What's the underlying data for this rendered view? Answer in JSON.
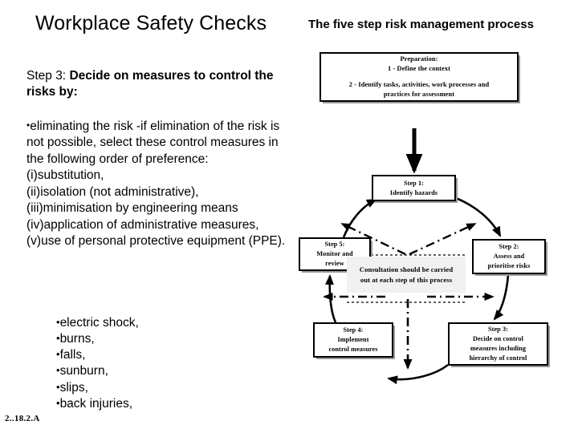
{
  "header": {
    "title": "Workplace Safety Checks",
    "subtitle": "The five step risk management process"
  },
  "body": {
    "step_heading_lead": "Step 3: ",
    "step_heading_emph": "Decide on measures to control the risks by:",
    "bullet_symbol": "•",
    "control_paragraph": "eliminating the risk -if elimination of the risk is not possible, select these control measures in the following order of preference:",
    "order_lines": [
      "(i)substitution,",
      "(ii)isolation (not administrative),",
      "(iii)minimisation by engineering means",
      "(iv)application of administrative measures,",
      "(v)use of personal protective equipment (PPE)."
    ],
    "hazard_list": [
      "electric shock,",
      "burns,",
      "falls,",
      "sunburn,",
      "slips,",
      "back injuries,"
    ]
  },
  "footer": {
    "code": "2..18.2.A"
  },
  "diagram": {
    "preparation": {
      "line1": "Preparation:",
      "line2": "1 - Define the context",
      "line3": "2 - Identify tasks, activities, work processes and",
      "line4": "practices for assessment"
    },
    "step1": {
      "title": "Step 1:",
      "line1": "Identify hazards"
    },
    "step2": {
      "title": "Step 2:",
      "line1": "Assess and",
      "line2": "prioritise risks"
    },
    "step3": {
      "title": "Step 3:",
      "line1": "Decide on control",
      "line2": "measures including",
      "line3": "hierarchy of control"
    },
    "step4": {
      "title": "Step 4:",
      "line1": "Implement",
      "line2": "control measures"
    },
    "step5": {
      "title": "Step 5:",
      "line1": "Monitor and",
      "line2": "review"
    },
    "consultation": {
      "line1": "Consultation should be carried",
      "line2": "out at each step of this process"
    }
  },
  "colors": {
    "background": "#ffffff",
    "text": "#000000",
    "box_border": "#000000",
    "box_shadow": "#9a9a9a",
    "consult_background": "#f1f1f1"
  }
}
